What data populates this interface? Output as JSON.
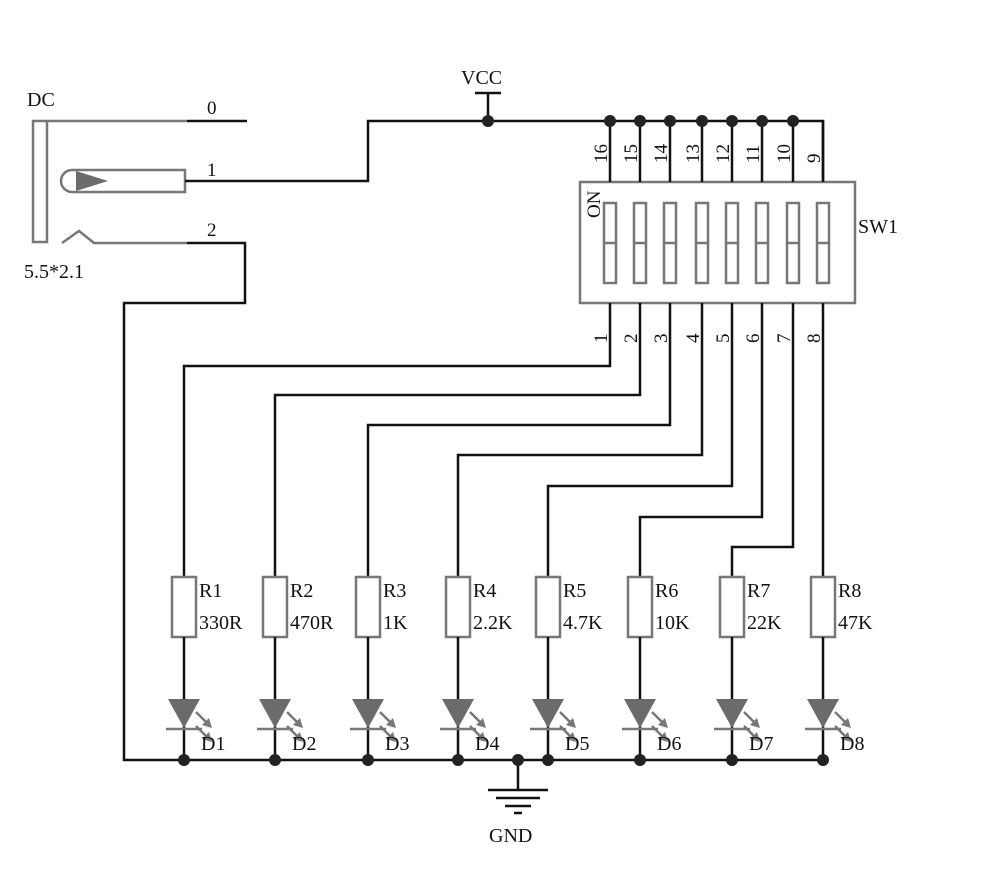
{
  "power": {
    "vcc_label": "VCC",
    "gnd_label": "GND"
  },
  "dc_jack": {
    "name": "DC",
    "size": "5.5*2.1",
    "pins": [
      "0",
      "1",
      "2"
    ]
  },
  "switch": {
    "name": "SW1",
    "on_label": "ON",
    "top_pins": [
      "16",
      "15",
      "14",
      "13",
      "12",
      "11",
      "10",
      "9"
    ],
    "bottom_pins": [
      "1",
      "2",
      "3",
      "4",
      "5",
      "6",
      "7",
      "8"
    ]
  },
  "channels": [
    {
      "resistor": "R1",
      "value": "330R",
      "led": "D1"
    },
    {
      "resistor": "R2",
      "value": "470R",
      "led": "D2"
    },
    {
      "resistor": "R3",
      "value": "1K",
      "led": "D3"
    },
    {
      "resistor": "R4",
      "value": "2.2K",
      "led": "D4"
    },
    {
      "resistor": "R5",
      "value": "4.7K",
      "led": "D5"
    },
    {
      "resistor": "R6",
      "value": "10K",
      "led": "D6"
    },
    {
      "resistor": "R7",
      "value": "22K",
      "led": "D7"
    },
    {
      "resistor": "R8",
      "value": "47K",
      "led": "D8"
    }
  ],
  "colors": {
    "wire": "#111111",
    "component": "#777777",
    "led_fill": "#6b6b6b"
  }
}
